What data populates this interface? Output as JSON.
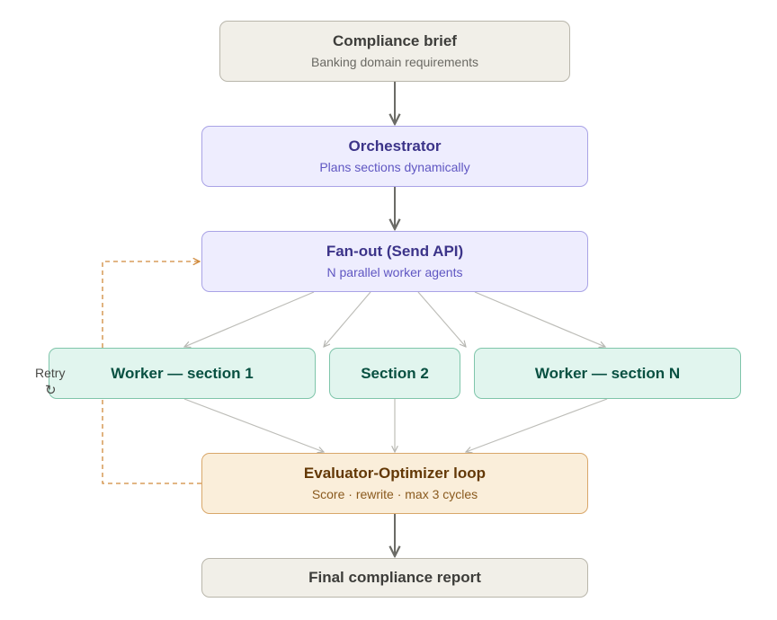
{
  "nodes": {
    "brief": {
      "title": "Compliance brief",
      "subtitle": "Banking domain requirements"
    },
    "orchestrator": {
      "title": "Orchestrator",
      "subtitle": "Plans sections dynamically"
    },
    "fanout": {
      "title": "Fan-out (Send API)",
      "subtitle": "N parallel worker agents"
    },
    "worker1": {
      "title": "Worker — section 1"
    },
    "worker2": {
      "title": "Section 2"
    },
    "workerN": {
      "title": "Worker — section N"
    },
    "evaluator": {
      "title": "Evaluator-Optimizer loop",
      "subtitle": "Score · rewrite · max 3 cycles"
    },
    "final": {
      "title": "Final compliance report"
    }
  },
  "retry": {
    "label": "Retry",
    "icon": "↻"
  },
  "colors": {
    "neutral": "#f1efe8",
    "purple": "#eeedfe",
    "green": "#e1f5ee",
    "amber": "#faeeda",
    "arrow_main": "#6b6b66",
    "arrow_fan": "#bdbdb8",
    "retry_dashed": "#d08a3c"
  }
}
